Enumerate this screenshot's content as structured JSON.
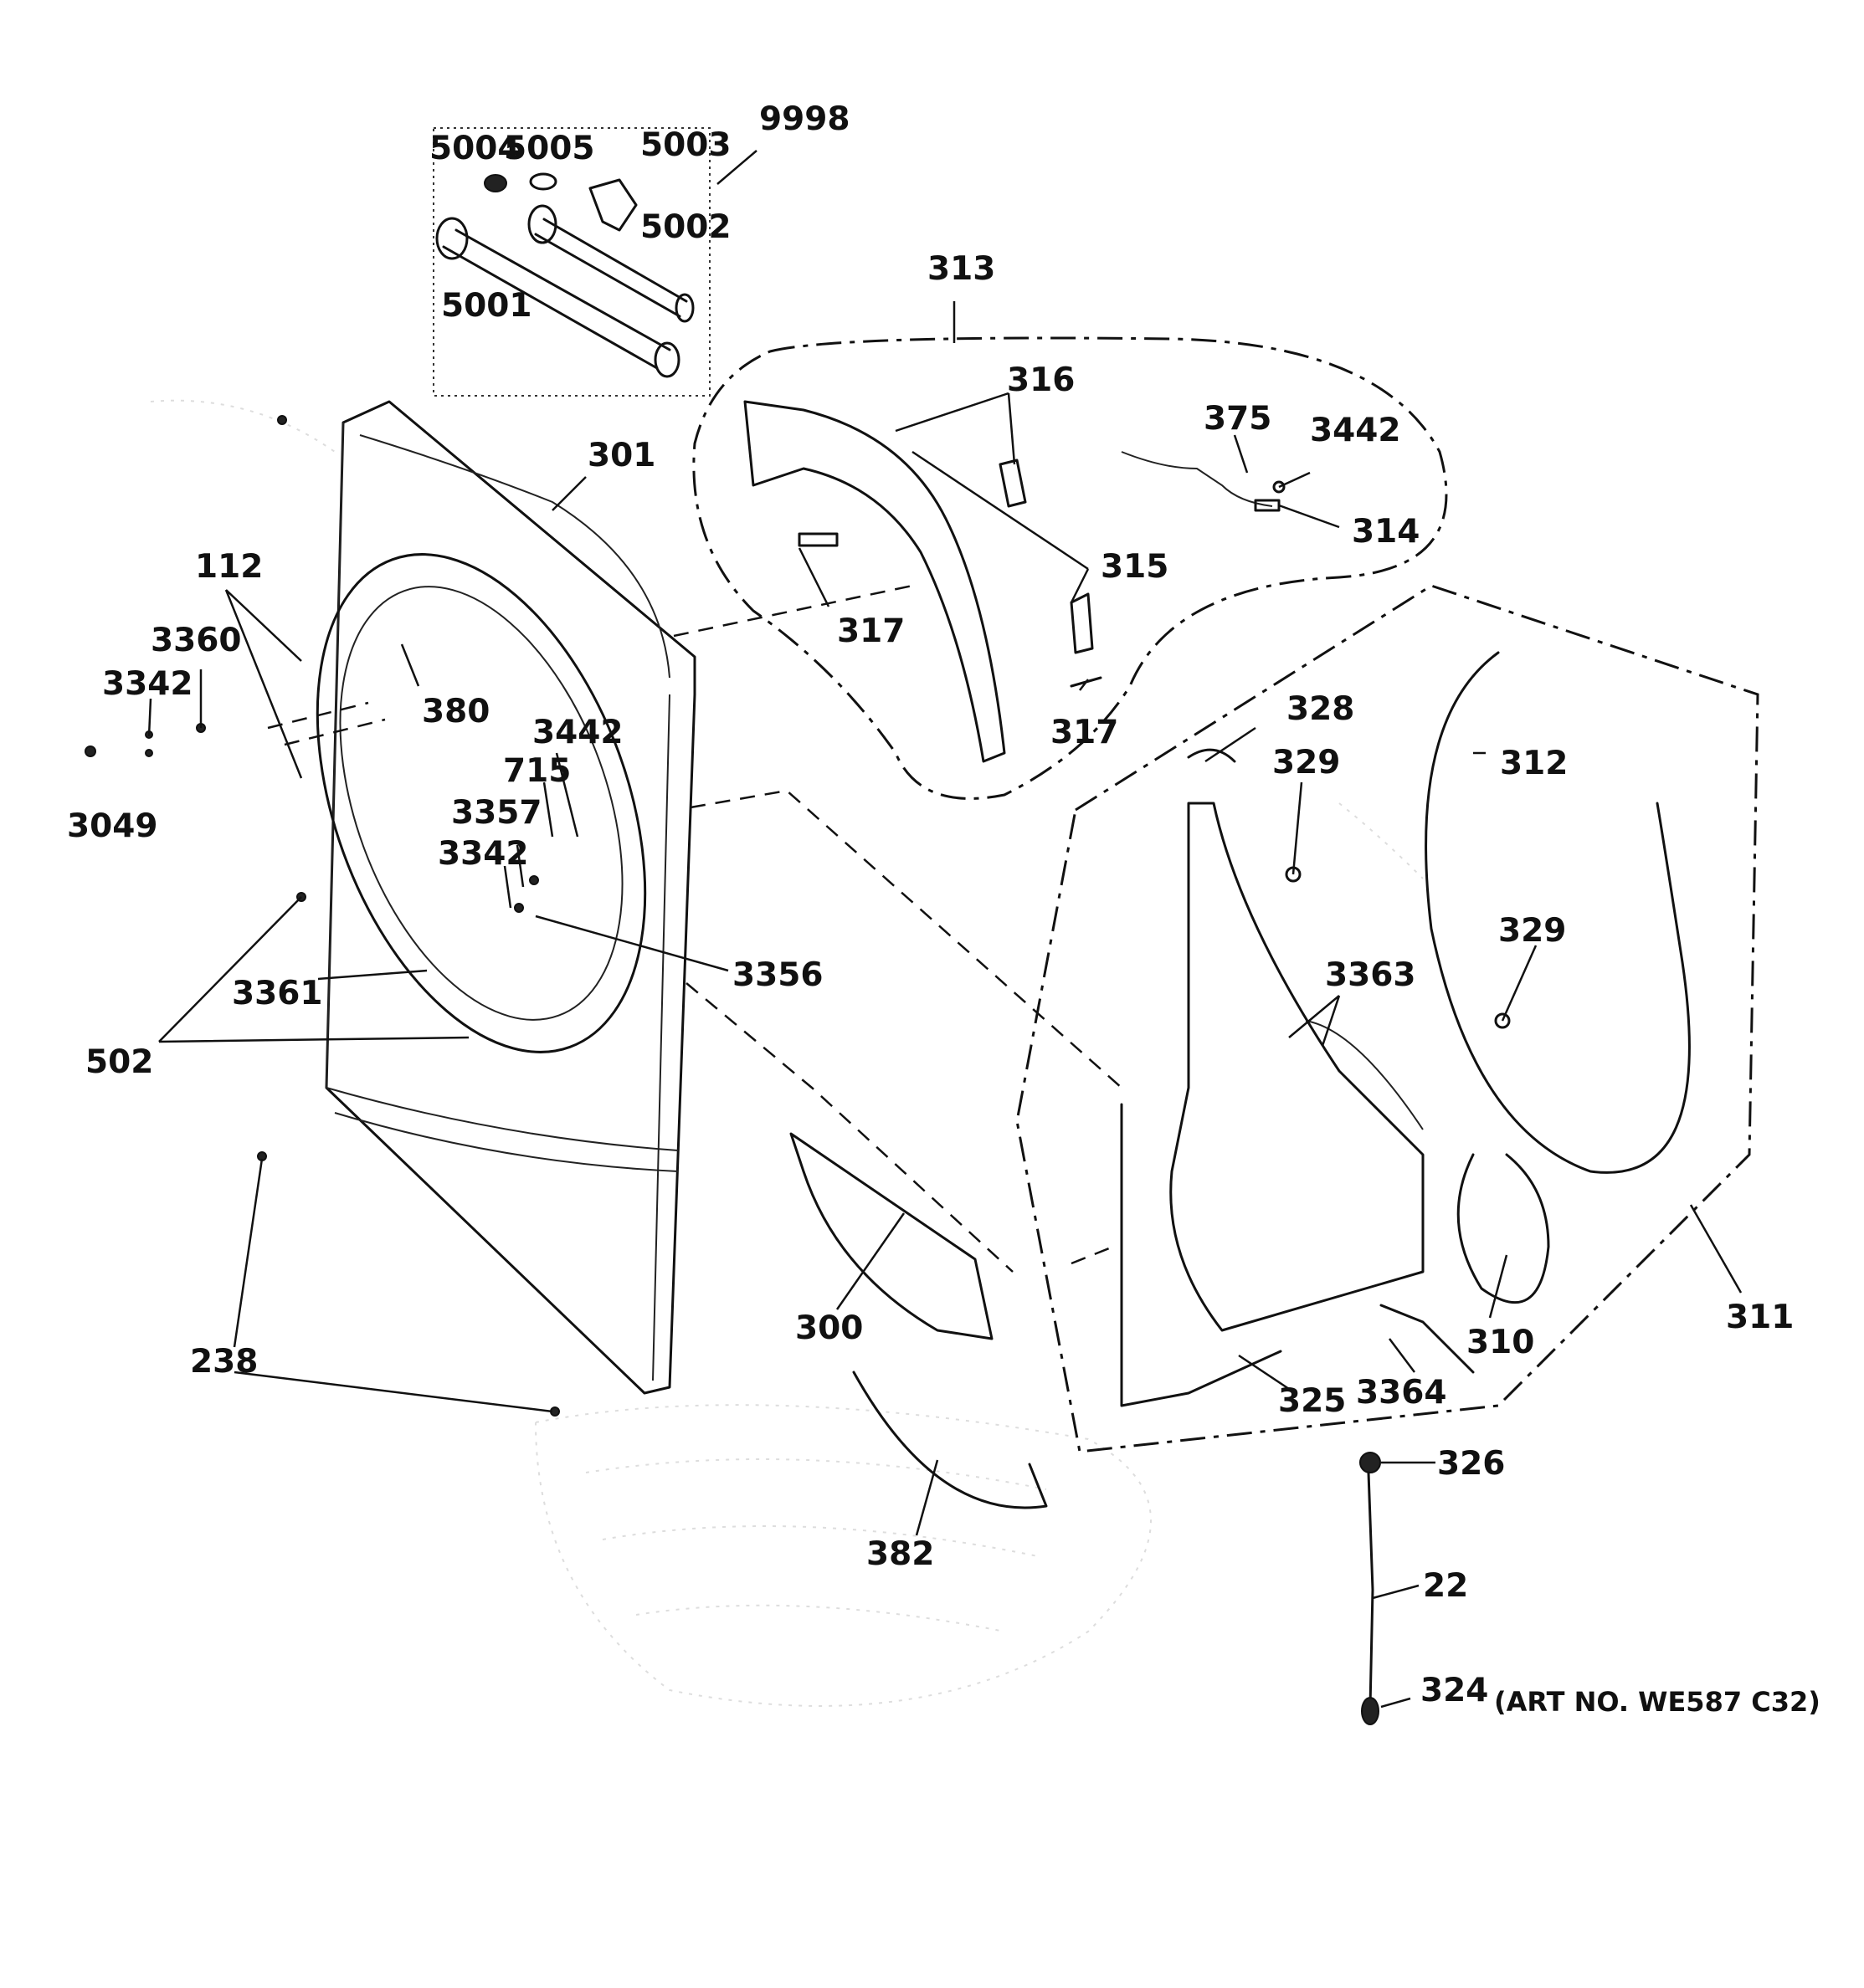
{
  "labels": {
    "l9998": "9998",
    "l5004": "5004",
    "l5005": "5005",
    "l5003": "5003",
    "l5002": "5002",
    "l5001": "5001",
    "l313": "313",
    "l316": "316",
    "l375": "375",
    "l3442a": "3442",
    "l314": "314",
    "l301": "301",
    "l315": "315",
    "l317a": "317",
    "l317b": "317",
    "l112": "112",
    "l3360": "3360",
    "l3342a": "3342",
    "l380": "380",
    "l3442b": "3442",
    "l715": "715",
    "l3049": "3049",
    "l3357": "3357",
    "l3342b": "3342",
    "l328": "328",
    "l329a": "329",
    "l312": "312",
    "l329b": "329",
    "l3363": "3363",
    "l3356": "3356",
    "l3361": "3361",
    "l502": "502",
    "l300": "300",
    "l310": "310",
    "l311": "311",
    "l238": "238",
    "l325": "325",
    "l3364": "3364",
    "l326": "326",
    "l382": "382",
    "l22": "22",
    "l324": "324"
  },
  "note": "(ART NO. WE587 C32)"
}
